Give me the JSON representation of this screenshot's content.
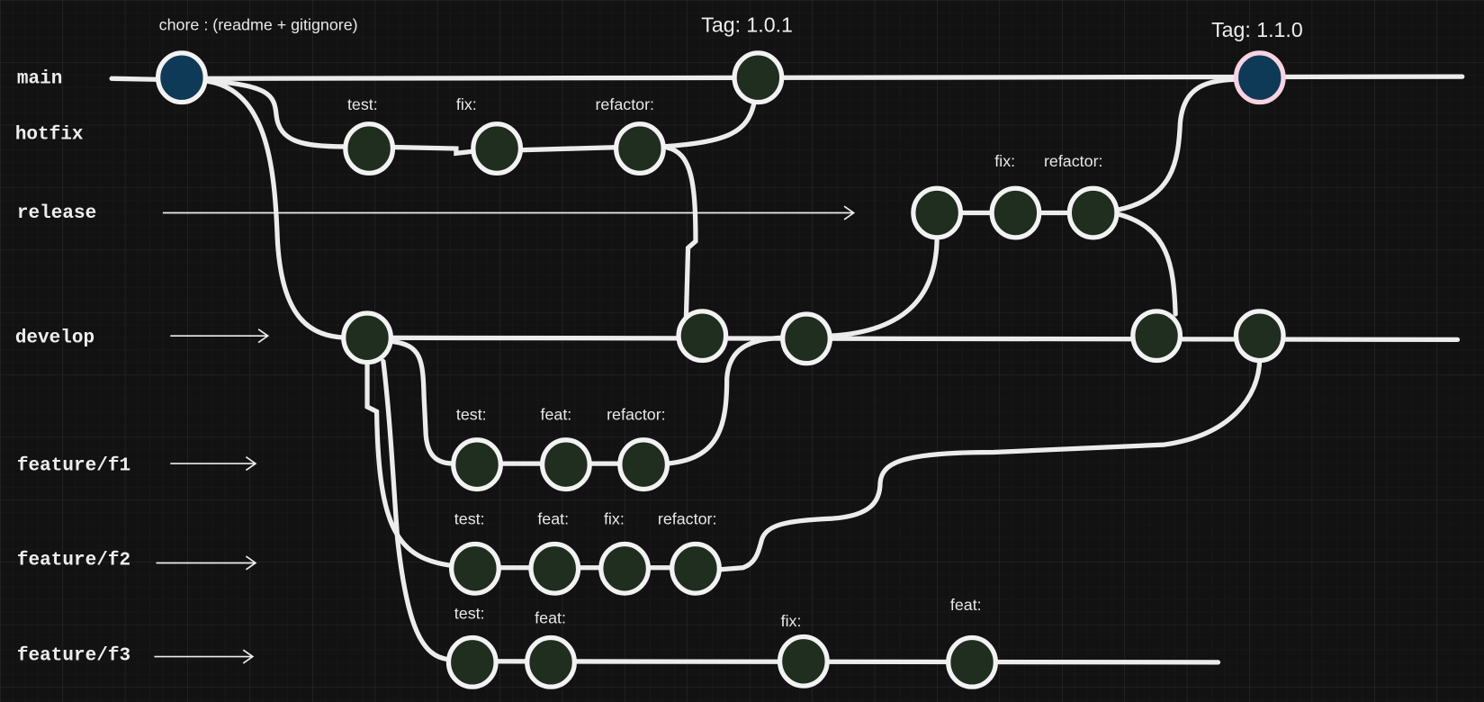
{
  "colors": {
    "background": "#121212",
    "line": "#ececec",
    "commit_fill": "#1f2e1f",
    "main_commit_fill": "#0f3a57",
    "tag_highlight_stroke": "#f8d3e2"
  },
  "branches": {
    "main": "main",
    "hotfix": "hotfix",
    "release": "release",
    "develop": "develop",
    "f1": "feature/f1",
    "f2": "feature/f2",
    "f3": "feature/f3"
  },
  "main": {
    "chore": "chore : (readme + gitignore)",
    "tag1": "Tag: 1.0.1",
    "tag2": "Tag: 1.1.0"
  },
  "hotfix": {
    "c1": "test:",
    "c2": "fix:",
    "c3": "refactor:"
  },
  "release": {
    "c2": "fix:",
    "c3": "refactor:"
  },
  "f1": {
    "c1": "test:",
    "c2": "feat:",
    "c3": "refactor:"
  },
  "f2": {
    "c1": "test:",
    "c2": "feat:",
    "c3": "fix:",
    "c4": "refactor:"
  },
  "f3": {
    "c1": "test:",
    "c2": "feat:",
    "c3": "fix:",
    "c4": "feat:"
  }
}
